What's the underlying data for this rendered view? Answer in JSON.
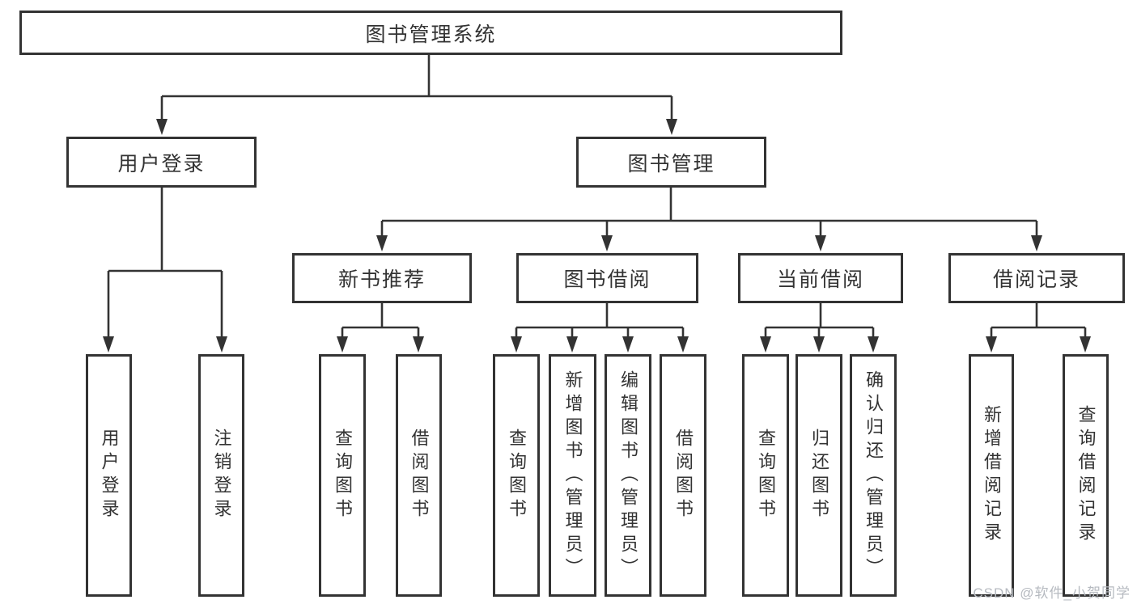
{
  "diagram": {
    "root": {
      "label": "图书管理系统"
    },
    "level2": [
      {
        "label": "用户登录"
      },
      {
        "label": "图书管理"
      }
    ],
    "level3": [
      {
        "label": "新书推荐"
      },
      {
        "label": "图书借阅"
      },
      {
        "label": "当前借阅"
      },
      {
        "label": "借阅记录"
      }
    ],
    "leaves": {
      "user_login": [
        {
          "label": "用户登录"
        },
        {
          "label": "注销登录"
        }
      ],
      "new_book_recommend": [
        {
          "label": "查询图书"
        },
        {
          "label": "借阅图书"
        }
      ],
      "book_borrow": [
        {
          "label": "查询图书"
        },
        {
          "label": "新增图书（管理员）"
        },
        {
          "label": "编辑图书（管理员）"
        },
        {
          "label": "借阅图书"
        }
      ],
      "current_borrow": [
        {
          "label": "查询图书"
        },
        {
          "label": "归还图书"
        },
        {
          "label": "确认归还（管理员）"
        }
      ],
      "borrow_records": [
        {
          "label": "新增借阅记录"
        },
        {
          "label": "查询借阅记录"
        }
      ]
    },
    "watermark": "CSDN @软件_小贺同学",
    "colors": {
      "line": "#333333",
      "box_border": "#333333",
      "text": "#333333",
      "watermark": "#b6bac0",
      "background": "#ffffff"
    }
  }
}
